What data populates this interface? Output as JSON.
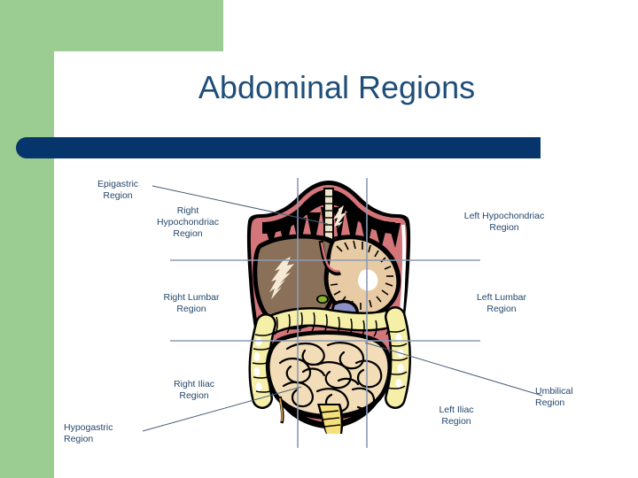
{
  "slide": {
    "title": "Abdominal Regions",
    "background_color": "#ffffff",
    "accent_green": "#9bcc92",
    "accent_navy": "#06356b",
    "label_color": "#25476b",
    "title_color": "#1f4e79",
    "grid_line_color": "#8b9bb4",
    "leader_line_color": "#4a5f7a"
  },
  "labels": {
    "epigastric": "Epigastric\nRegion",
    "right_hypochondriac": "Right\nHypochondriac\nRegion",
    "left_hypochondriac": "Left Hypochondriac\nRegion",
    "right_lumbar": "Right Lumbar\nRegion",
    "left_lumbar": "Left Lumbar\nRegion",
    "right_iliac": "Right Iliac\nRegion",
    "left_iliac": "Left Iliac\nRegion",
    "umbilical": "Umbilical\nRegion",
    "hypogastric": "Hypogastric\nRegion"
  },
  "illustration": {
    "name": "abdominal-cavity-anatomy",
    "organs": [
      {
        "name": "body-wall",
        "color": "#d4757a"
      },
      {
        "name": "liver",
        "color": "#8a7058"
      },
      {
        "name": "stomach",
        "color": "#e8cba4"
      },
      {
        "name": "spleen",
        "color": "#8b8fc4"
      },
      {
        "name": "gallbladder",
        "color": "#8ab22e"
      },
      {
        "name": "large-intestine",
        "color": "#f5efa8"
      },
      {
        "name": "small-intestine",
        "color": "#f2ddb8"
      },
      {
        "name": "sternum",
        "color": "#efe4c8"
      },
      {
        "name": "outline",
        "color": "#000000"
      }
    ],
    "grid": {
      "vertical_lines": 2,
      "horizontal_lines": 2,
      "description": "nine-region abdominal grid overlay"
    }
  }
}
